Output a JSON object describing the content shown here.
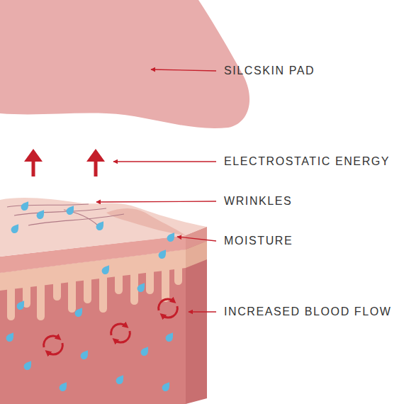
{
  "diagram": {
    "labels": [
      "SILCSKIN PAD",
      "ELECTROSTATIC ENERGY",
      "WRINKLES",
      "MOISTURE",
      "INCREASED BLOOD FLOW"
    ]
  }
}
